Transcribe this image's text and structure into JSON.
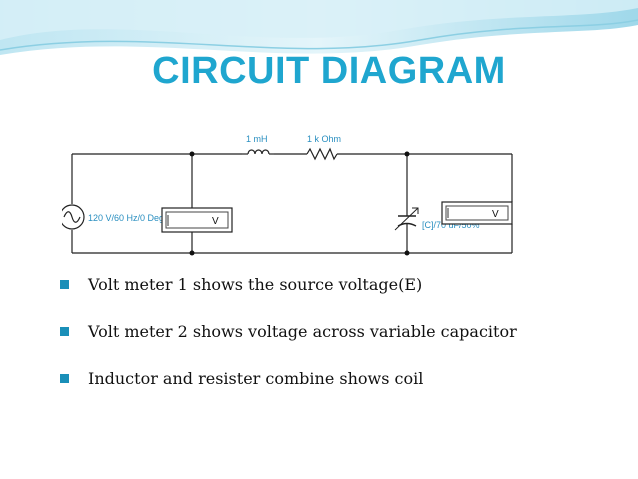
{
  "slide": {
    "title": "CIRCUIT DIAGRAM",
    "title_color": "#1fa6cf",
    "accent_color": "#1a8fb8"
  },
  "circuit": {
    "inductor_label": "1 mH",
    "resistor_label": "1 k Ohm",
    "source_label": "120 V/60 Hz/0 Deg",
    "capacitor_label": "[C]/70 uF/50%",
    "voltmeter_symbol": "V",
    "icons": [
      "ac-source-icon",
      "voltmeter-icon",
      "inductor-icon",
      "resistor-icon",
      "variable-capacitor-icon"
    ]
  },
  "bullets": [
    "Volt meter 1 shows the source voltage(E)",
    "Volt meter 2 shows voltage across variable capacitor",
    "Inductor and resister  combine shows coil"
  ]
}
